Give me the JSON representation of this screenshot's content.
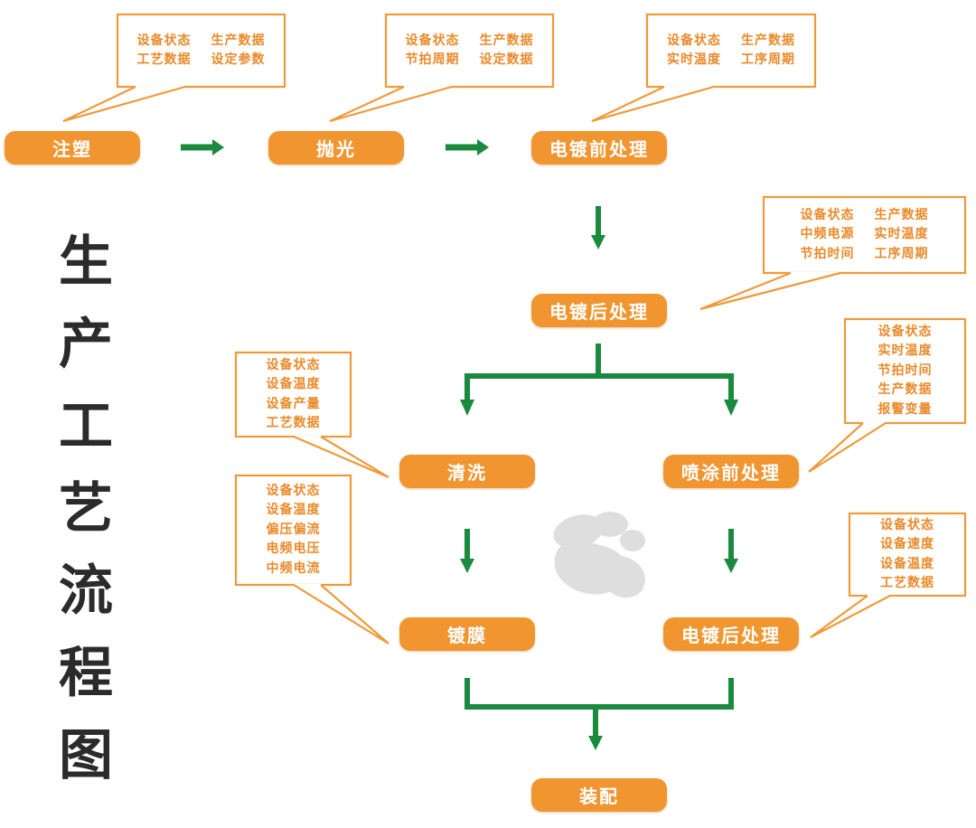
{
  "title": "生产工艺流程图",
  "colors": {
    "node": "#f0952f",
    "callout_border": "#ef9a3a",
    "callout_text": "#ea8a2a",
    "arrow": "#1a8a3f",
    "paw": "#dedede"
  },
  "nodes": [
    {
      "id": "injection",
      "label": "注塑"
    },
    {
      "id": "polish",
      "label": "抛光"
    },
    {
      "id": "pre-plating",
      "label": "电镀前处理"
    },
    {
      "id": "post-plating",
      "label": "电镀后处理"
    },
    {
      "id": "cleaning",
      "label": "清洗"
    },
    {
      "id": "pre-spray",
      "label": "喷涂前处理"
    },
    {
      "id": "coating",
      "label": "镀膜"
    },
    {
      "id": "post-plating-2",
      "label": "电镀后处理"
    },
    {
      "id": "assembly",
      "label": "装配"
    }
  ],
  "callouts": [
    {
      "for": "injection",
      "cols": 2,
      "items": [
        "设备状态",
        "生产数据",
        "工艺数据",
        "设定参数"
      ]
    },
    {
      "for": "polish",
      "cols": 2,
      "items": [
        "设备状态",
        "生产数据",
        "节拍周期",
        "设定数据"
      ]
    },
    {
      "for": "pre-plating",
      "cols": 2,
      "items": [
        "设备状态",
        "生产数据",
        "实时温度",
        "工序周期"
      ]
    },
    {
      "for": "post-plating",
      "cols": 2,
      "items": [
        "设备状态",
        "生产数据",
        "中频电源",
        "实时温度",
        "节拍时间",
        "工序周期"
      ]
    },
    {
      "for": "pre-spray",
      "cols": 1,
      "items": [
        "设备状态",
        "实时温度",
        "节拍时间",
        "生产数据",
        "报警变量"
      ]
    },
    {
      "for": "cleaning",
      "cols": 1,
      "items": [
        "设备状态",
        "设备温度",
        "设备产量",
        "工艺数据"
      ]
    },
    {
      "for": "coating",
      "cols": 1,
      "items": [
        "设备状态",
        "设备温度",
        "偏压偏流",
        "电频电压",
        "中频电流"
      ]
    },
    {
      "for": "post-plating-2",
      "cols": 1,
      "items": [
        "设备状态",
        "设备速度",
        "设备温度",
        "工艺数据"
      ]
    }
  ]
}
